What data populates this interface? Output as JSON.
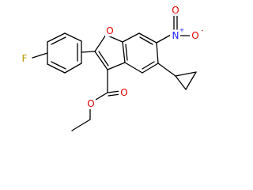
{
  "atoms": {
    "fluorine": "F",
    "furan_oxygen": "O",
    "nitro_nitrogen": "N",
    "nitro_charge_plus": "+",
    "nitro_oxygen_double": "O",
    "nitro_oxygen_single": "O",
    "nitro_charge_minus": "-",
    "ester_carbonyl_oxygen": "O",
    "ester_ether_oxygen": "O"
  },
  "colors": {
    "bond": "#000000",
    "carbon_skeleton": "#000000",
    "fluorine": "#b89a00",
    "oxygen": "#e00000",
    "nitrogen": "#2020ff",
    "background": "#ffffff"
  }
}
